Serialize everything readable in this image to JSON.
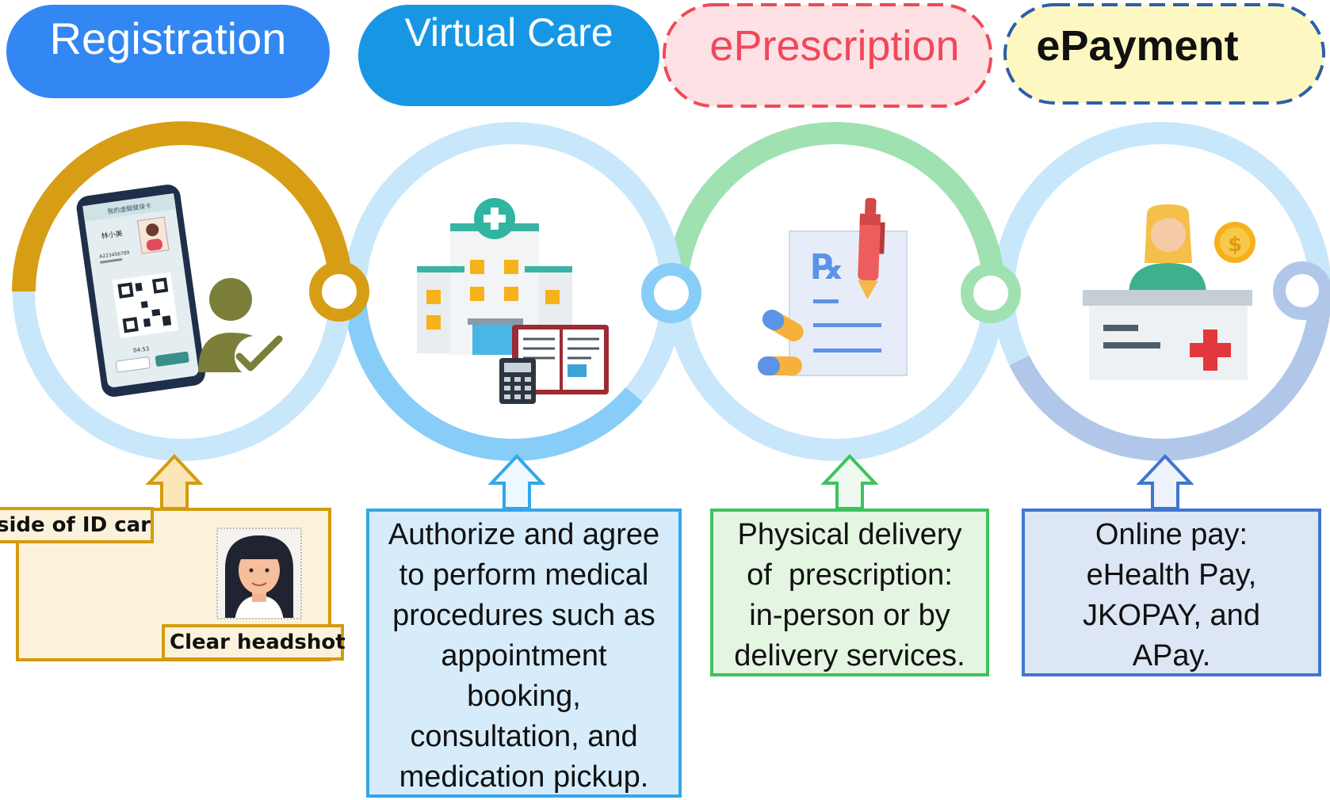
{
  "steps": [
    {
      "id": "registration",
      "title": "Registration",
      "pill_color": "#3287f2",
      "title_color": "#ffffff",
      "ring_color": "#d79e15",
      "caption_lines": [],
      "id_card": {
        "side_label": "side of ID card",
        "headshot_label": "Clear headshot",
        "box_color": "#fcf2dc",
        "border_color": "#d49b0f"
      }
    },
    {
      "id": "virtual-care",
      "title": "Virtual Care",
      "pill_color": "#1797e3",
      "title_color": "#ffffff",
      "ring_color": "#87cdf7",
      "caption_lines": [
        "Authorize and agree",
        "to perform medical",
        "procedures such as",
        "appointment",
        "booking,",
        "consultation, and",
        "medication pickup."
      ]
    },
    {
      "id": "eprescription",
      "title": "ePrescription",
      "pill_color": "#fde1e4",
      "title_color": "#f0485c",
      "ring_color": "#a0e1b2",
      "caption_lines": [
        "Physical delivery",
        "of  prescription:",
        "in-person or by",
        "delivery services."
      ]
    },
    {
      "id": "epayment",
      "title": "ePayment",
      "pill_color": "#fdf8c1",
      "title_color": "#111111",
      "ring_color": "#b1c7ea",
      "caption_lines": [
        "Online pay:",
        "eHealth Pay,",
        "JKOPAY, and",
        "APay."
      ]
    }
  ],
  "icons": {
    "registration": "phone-qr-id-card-icon",
    "virtual-care": "hospital-building-icon",
    "eprescription": "prescription-pad-icon",
    "epayment": "payment-cashier-icon"
  },
  "phone_screen": {
    "name": "林小美",
    "id_number": "A223456789",
    "timer": "04:53"
  }
}
